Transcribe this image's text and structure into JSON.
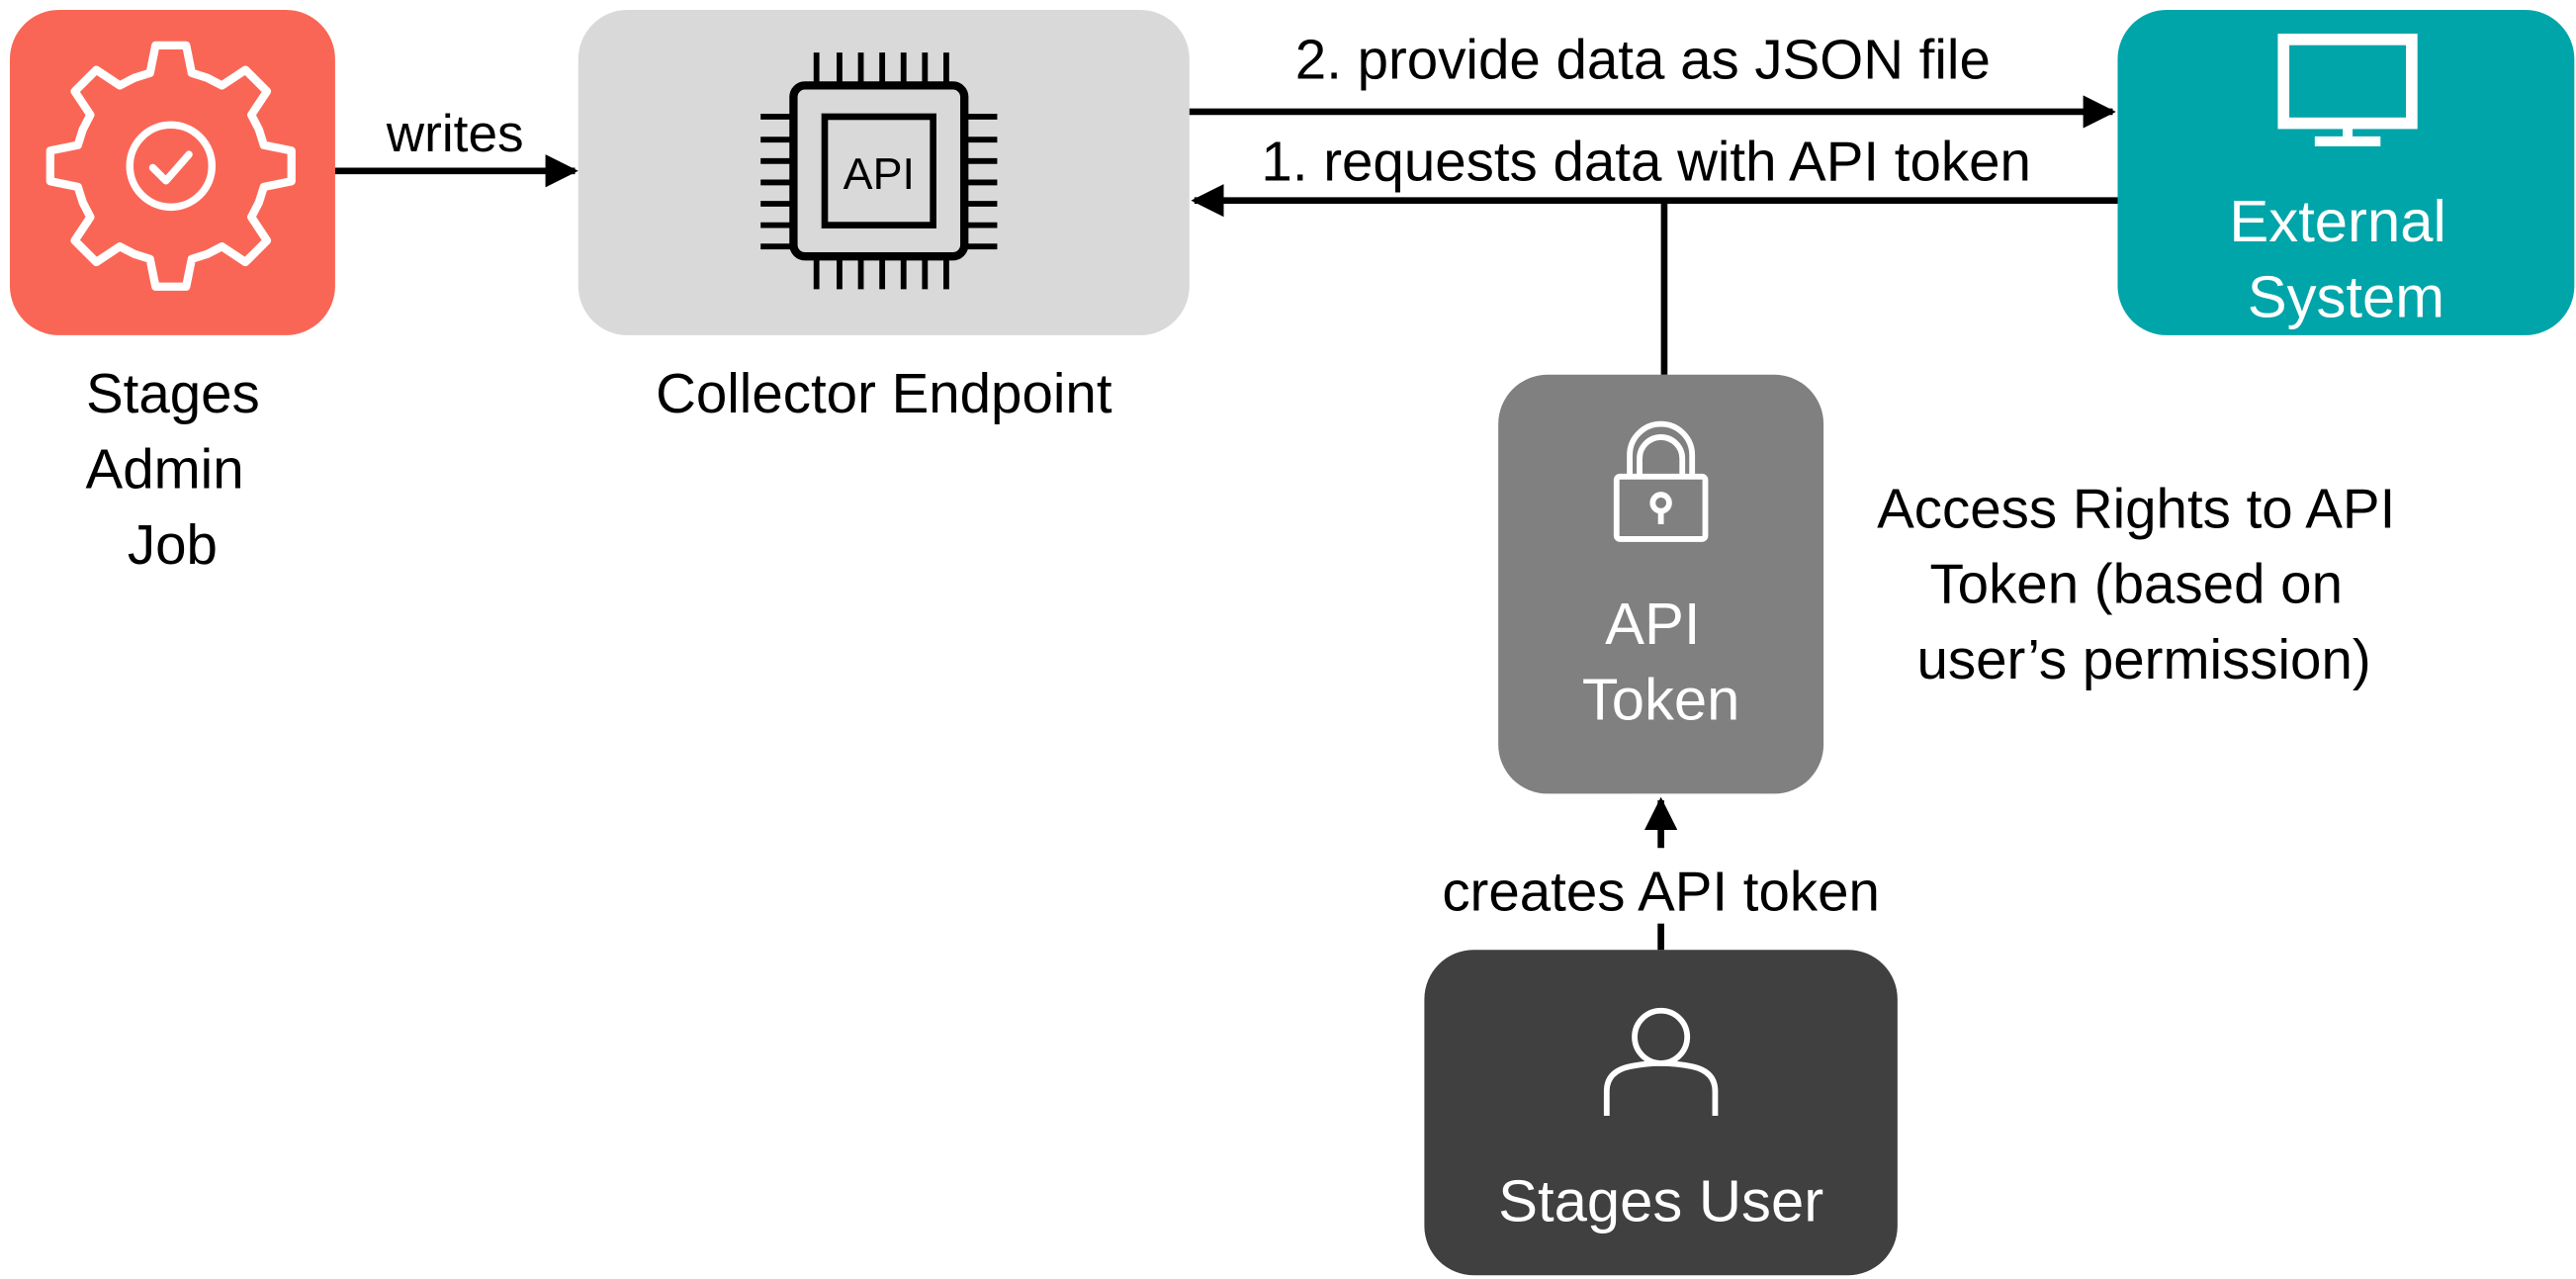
{
  "nodes": {
    "admin_job": {
      "label_lines": [
        "Stages",
        "Admin",
        "Job"
      ],
      "color": "#fa6656"
    },
    "collector": {
      "label": "Collector Endpoint",
      "chip_text": "API",
      "color": "#d9d9d9"
    },
    "external": {
      "label_lines": [
        "External",
        "System"
      ],
      "color": "#00a5a9"
    },
    "api_token": {
      "label_lines": [
        "API",
        "Token"
      ],
      "color": "#808080"
    },
    "user": {
      "label": "Stages User",
      "color": "#404040"
    }
  },
  "edges": {
    "writes": "writes",
    "provide": "2. provide data as JSON file",
    "requests": "1. requests data with API token",
    "creates": "creates API token"
  },
  "annotation": {
    "lines": [
      "Access Rights to API",
      "Token (based on",
      "user’s permission)"
    ]
  },
  "icons": {
    "admin_job": "gear-check-icon",
    "collector": "api-chip-icon",
    "external": "monitor-icon",
    "api_token": "padlock-icon",
    "user": "user-icon"
  }
}
